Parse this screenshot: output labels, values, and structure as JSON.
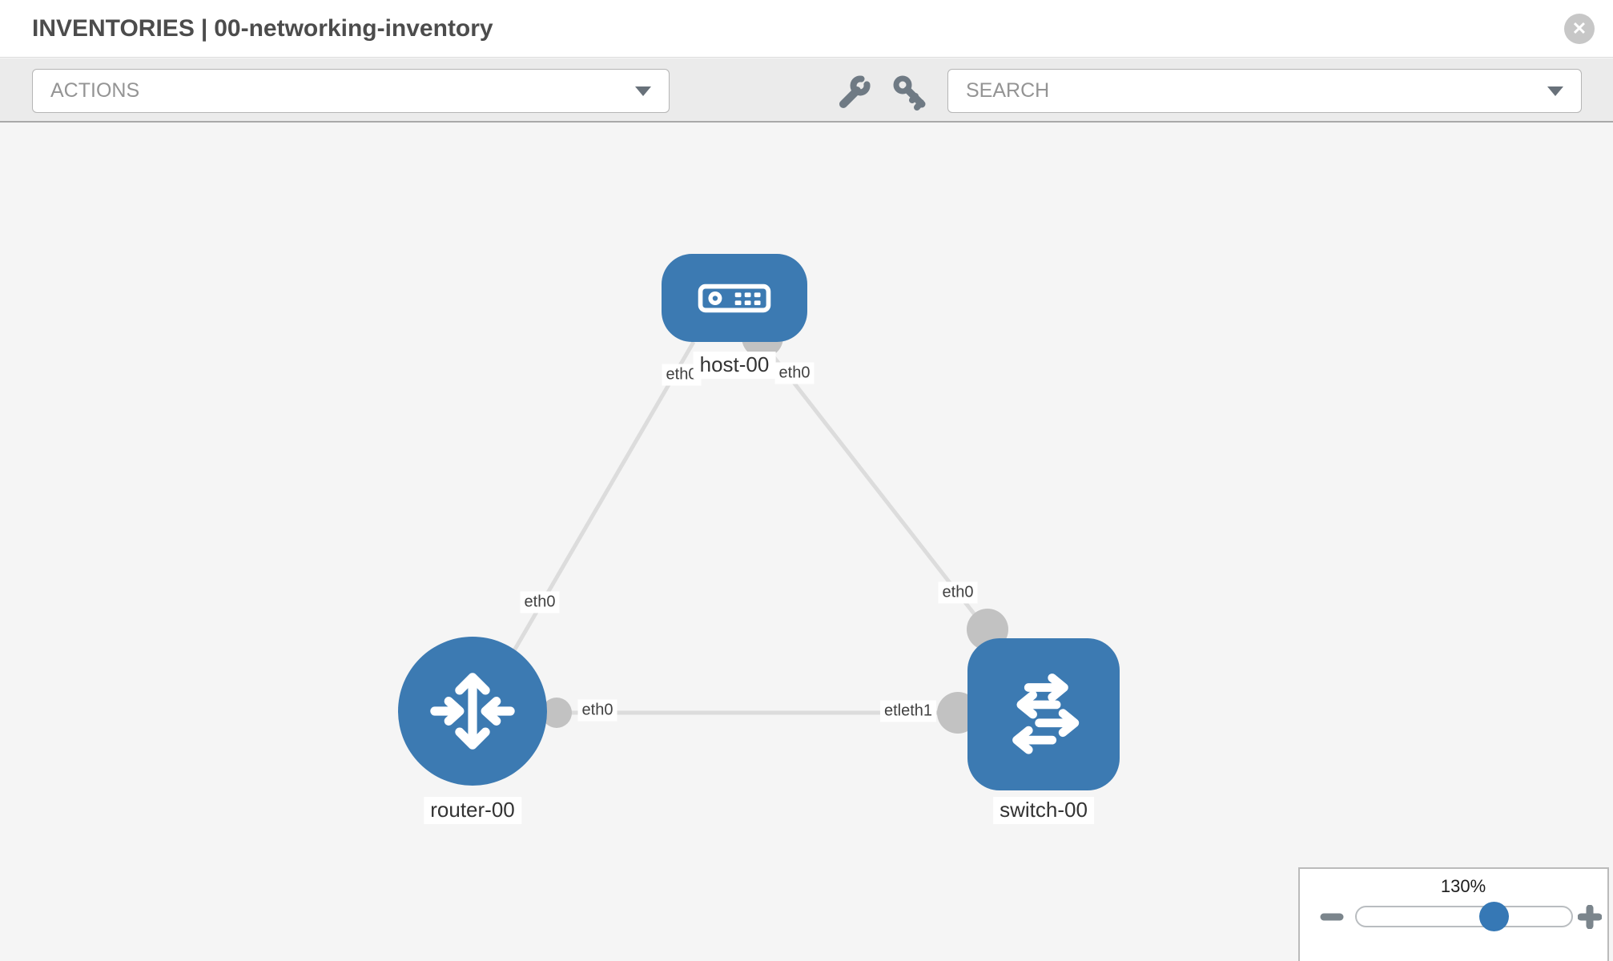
{
  "window": {
    "title_section": "INVENTORIES",
    "title_separator": "|",
    "title_item": "00-networking-inventory"
  },
  "toolbar": {
    "actions_label": "ACTIONS",
    "search_placeholder": "SEARCH"
  },
  "icons": {
    "close": "circle-x",
    "actions_caret": "chevron-down",
    "search_caret": "chevron-down",
    "wrench": "wrench",
    "key": "key",
    "zoom_out": "minus",
    "zoom_in": "plus"
  },
  "colors": {
    "node_blue": "#3c7ab2",
    "link_gray": "#dcdcdc",
    "stub_gray": "#c2c2c2",
    "slider_thumb_blue": "#3678b5",
    "canvas_bg": "#f5f5f5",
    "toolbar_bg": "#ebebeb"
  },
  "topology": {
    "nodes": [
      {
        "id": "host-00",
        "type": "host",
        "label": "host-00"
      },
      {
        "id": "router-00",
        "type": "router",
        "label": "router-00"
      },
      {
        "id": "switch-00",
        "type": "switch",
        "label": "switch-00"
      }
    ],
    "links": [
      {
        "from": "router-00",
        "to": "host-00",
        "labels": [
          "eth0",
          "eth0"
        ]
      },
      {
        "from": "host-00",
        "to": "switch-00",
        "labels": [
          "eth0",
          "eth0"
        ]
      },
      {
        "from": "router-00",
        "to": "switch-00",
        "labels": [
          "eth0",
          "etleth1"
        ]
      }
    ],
    "interface_labels": {
      "host_left": "eth0",
      "host_right": "eth0",
      "router_host_link": "eth0",
      "host_switch_link": "eth0",
      "router_switch_near_router": "eth0",
      "router_switch_near_switch": "etleth1"
    }
  },
  "zoom_control": {
    "level": "130%",
    "minus_glyph": "−",
    "plus_glyph": "+"
  },
  "close_glyph": "✕"
}
